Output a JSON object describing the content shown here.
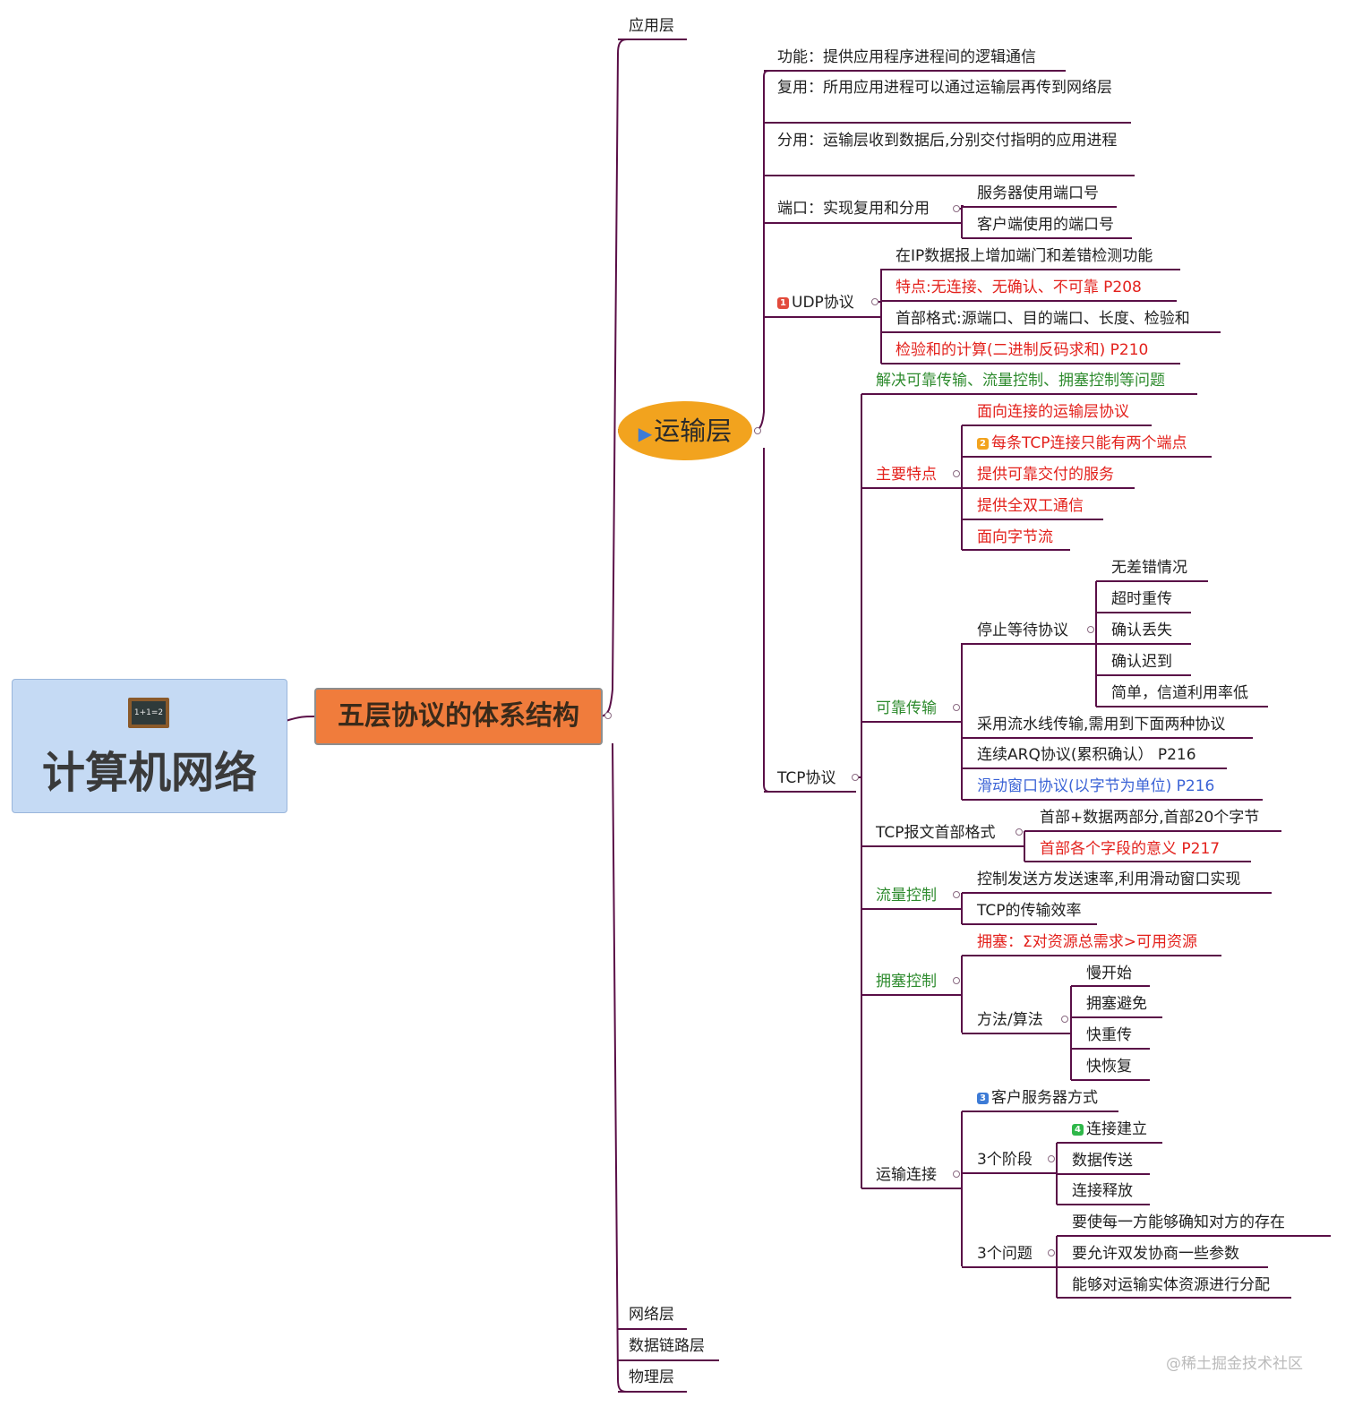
{
  "root": {
    "title": "计算机网络",
    "icon": "blackboard-icon",
    "icon_text": "1+1=2"
  },
  "main_topic": "五层协议的体系结构",
  "layers": {
    "application": "应用层",
    "transport": "运输层",
    "network": "网络层",
    "datalink": "数据链路层",
    "physical": "物理层"
  },
  "transport": {
    "function": "功能：提供应用程序进程间的逻辑通信",
    "multiplex": "复用：所用应用进程可以通过运输层再传到网络层",
    "demultiplex": "分用：运输层收到数据后,分别交付指明的应用进程",
    "port": {
      "label": "端口：实现复用和分用",
      "children": [
        "服务器使用端口号",
        "客户端使用的端口号"
      ]
    },
    "udp": {
      "label": "UDP协议",
      "badge": "1",
      "children": [
        "在IP数据报上增加端门和差错检测功能",
        "特点:无连接、无确认、不可靠    P208",
        "首部格式:源端口、目的端口、长度、检验和",
        "检验和的计算(二进制反码求和)    P210"
      ]
    },
    "tcp": {
      "label": "TCP协议",
      "solve": "解决可靠传输、流量控制、拥塞控制等问题",
      "features": {
        "label": "主要特点",
        "badge": "2",
        "children": [
          "面向连接的运输层协议",
          "每条TCP连接只能有两个端点",
          "提供可靠交付的服务",
          "提供全双工通信",
          "面向字节流"
        ]
      },
      "reliable": {
        "label": "可靠传输",
        "stop_wait": {
          "label": "停止等待协议",
          "children": [
            "无差错情况",
            "超时重传",
            "确认丢失",
            "确认迟到",
            "简单，信道利用率低"
          ]
        },
        "pipeline": "采用流水线传输,需用到下面两种协议",
        "arq": "连续ARQ协议(累积确认）   P216",
        "sliding": "滑动窗口协议(以字节为单位)      P216"
      },
      "header": {
        "label": "TCP报文首部格式",
        "children": [
          "首部+数据两部分,首部20个字节",
          "首部各个字段的意义    P217"
        ]
      },
      "flow": {
        "label": "流量控制",
        "children": [
          "控制发送方发送速率,利用滑动窗口实现",
          "TCP的传输效率"
        ]
      },
      "congestion": {
        "label": "拥塞控制",
        "definition": "拥塞：Σ对资源总需求>可用资源",
        "methods": {
          "label": "方法/算法",
          "children": [
            "慢开始",
            "拥塞避免",
            "快重传",
            "快恢复"
          ]
        }
      },
      "connection": {
        "label": "运输连接",
        "cs_mode": "客户服务器方式",
        "cs_badge": "3",
        "phases": {
          "label": "3个阶段",
          "badge": "4",
          "children": [
            "连接建立",
            "数据传送",
            "连接释放"
          ]
        },
        "issues": {
          "label": "3个问题",
          "children": [
            "要使每一方能够确知对方的存在",
            "要允许双发协商一些参数",
            "能够对运输实体资源进行分配"
          ]
        }
      }
    }
  },
  "watermark": "@稀土掘金技术社区",
  "colors": {
    "line": "#5a0f47",
    "root_bg": "#c5daf4",
    "main_bg": "#f07c3c",
    "transport_bg": "#f2a31e",
    "red": "#e3211c",
    "green": "#2e8b2e",
    "blue": "#3b63d6",
    "badge_red": "#e24a3b",
    "badge_orange": "#f2a31e",
    "badge_blue": "#3d7bd6",
    "badge_green": "#2fb84a"
  }
}
